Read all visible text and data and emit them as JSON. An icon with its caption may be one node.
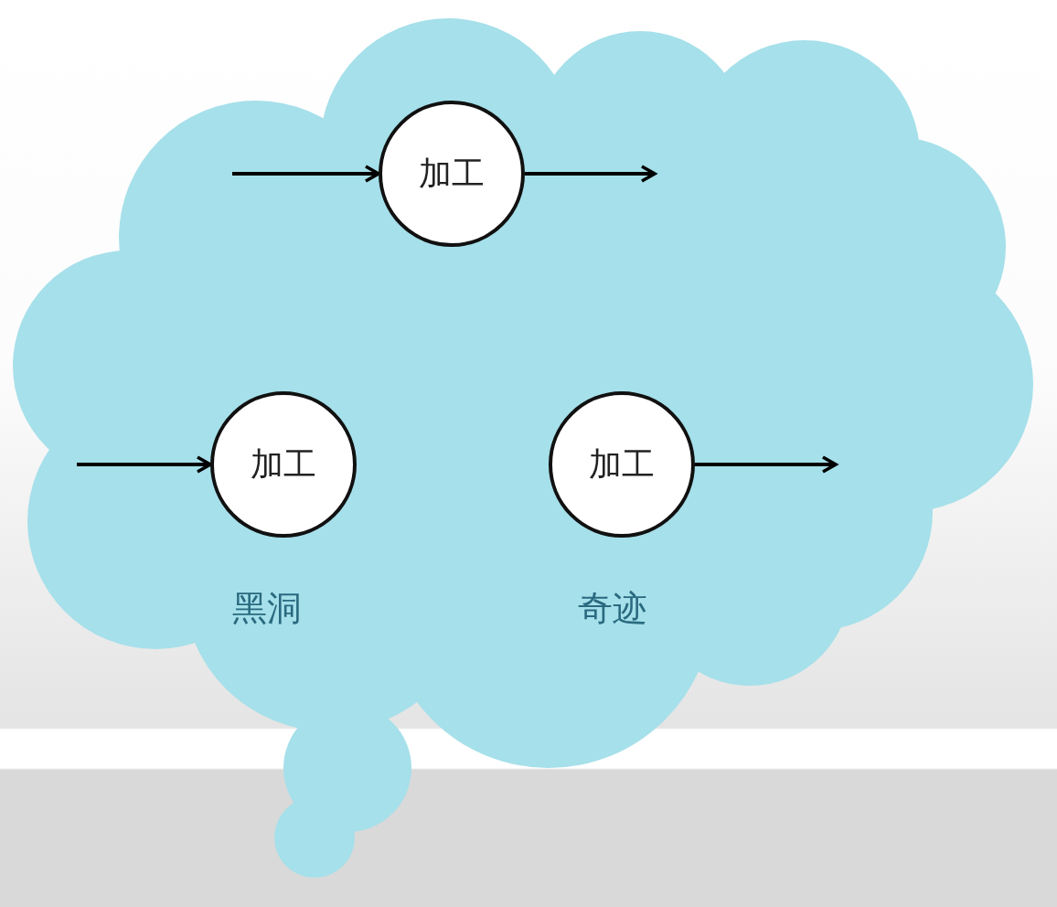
{
  "diagram": {
    "nodes": [
      {
        "text": [],
        "shape": "cloud"
      },
      {
        "text": [
          "加工"
        ],
        "in": 0
      },
      {
        "text": [
          "加工"
        ],
        "in": 0,
        "beside": [
          "黑洞"
        ]
      },
      {
        "text": [
          "加工"
        ],
        "in": 0,
        "beside": [
          "奇迹"
        ]
      }
    ],
    "edges": [
      {
        "from": null,
        "to": 1,
        "arrow": "to"
      },
      {
        "from": 1,
        "to": null,
        "arrow": "to"
      },
      {
        "from": null,
        "to": 2,
        "arrow": "to"
      },
      {
        "from": 3,
        "to": null,
        "arrow": "to"
      }
    ]
  }
}
